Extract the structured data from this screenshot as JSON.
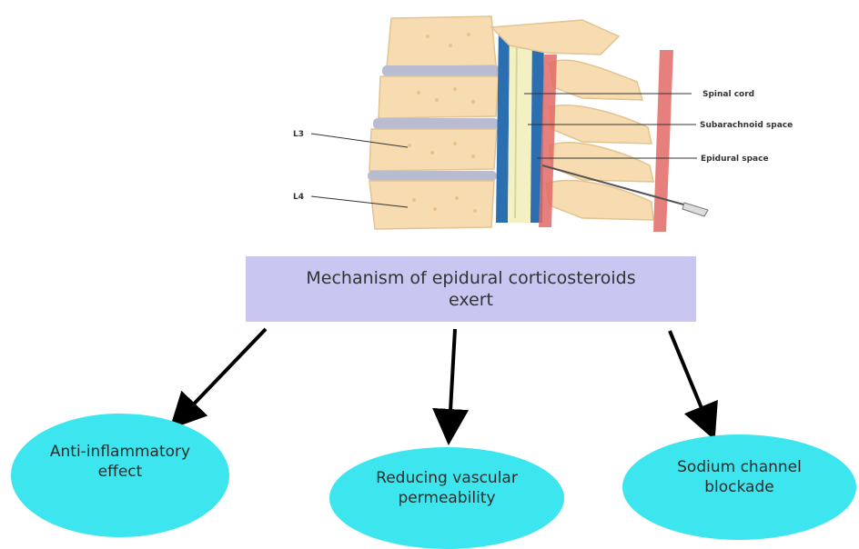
{
  "labels": {
    "spinal_cord": "Spinal cord",
    "subarachnoid": "Subarachnoid space",
    "epidural": "Epidural space",
    "l3": "L3",
    "l4": "L4"
  },
  "mechanism_title": "Mechanism of epidural corticosteroids exert",
  "effects": [
    {
      "label": "Anti-inflammatory effect"
    },
    {
      "label": "Reducing vascular permeability"
    },
    {
      "label": "Sodium channel blockade"
    }
  ],
  "colors": {
    "box_fill": "#c9c6f2",
    "oval_fill": "#3de6ee",
    "bone": "#f6dcb0",
    "disc": "#b9bcd0",
    "cord": "#f3f1c4",
    "dura_blue": "#2c6fb0",
    "ligament": "#e06a66"
  }
}
